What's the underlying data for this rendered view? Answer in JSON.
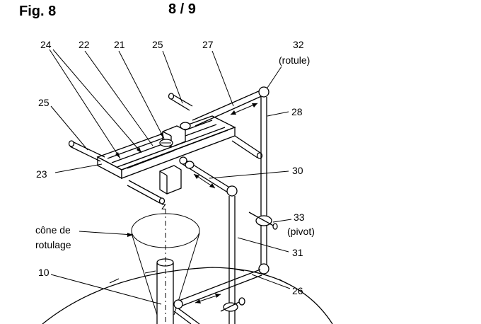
{
  "header": {
    "fig_label": "Fig. 8",
    "page_number": "8 / 9"
  },
  "labels": {
    "l24": "24",
    "l22": "22",
    "l21": "21",
    "l25_top": "25",
    "l27": "27",
    "l32": "32",
    "l32_sub": "(rotule)",
    "l25_left": "25",
    "l28": "28",
    "l23": "23",
    "l30": "30",
    "lz": "z",
    "cone_line1": "cône de",
    "cone_line2": "rotulage",
    "l33": "33",
    "l33_sub": "(pivot)",
    "l31": "31",
    "l10": "10",
    "l26": "26"
  }
}
